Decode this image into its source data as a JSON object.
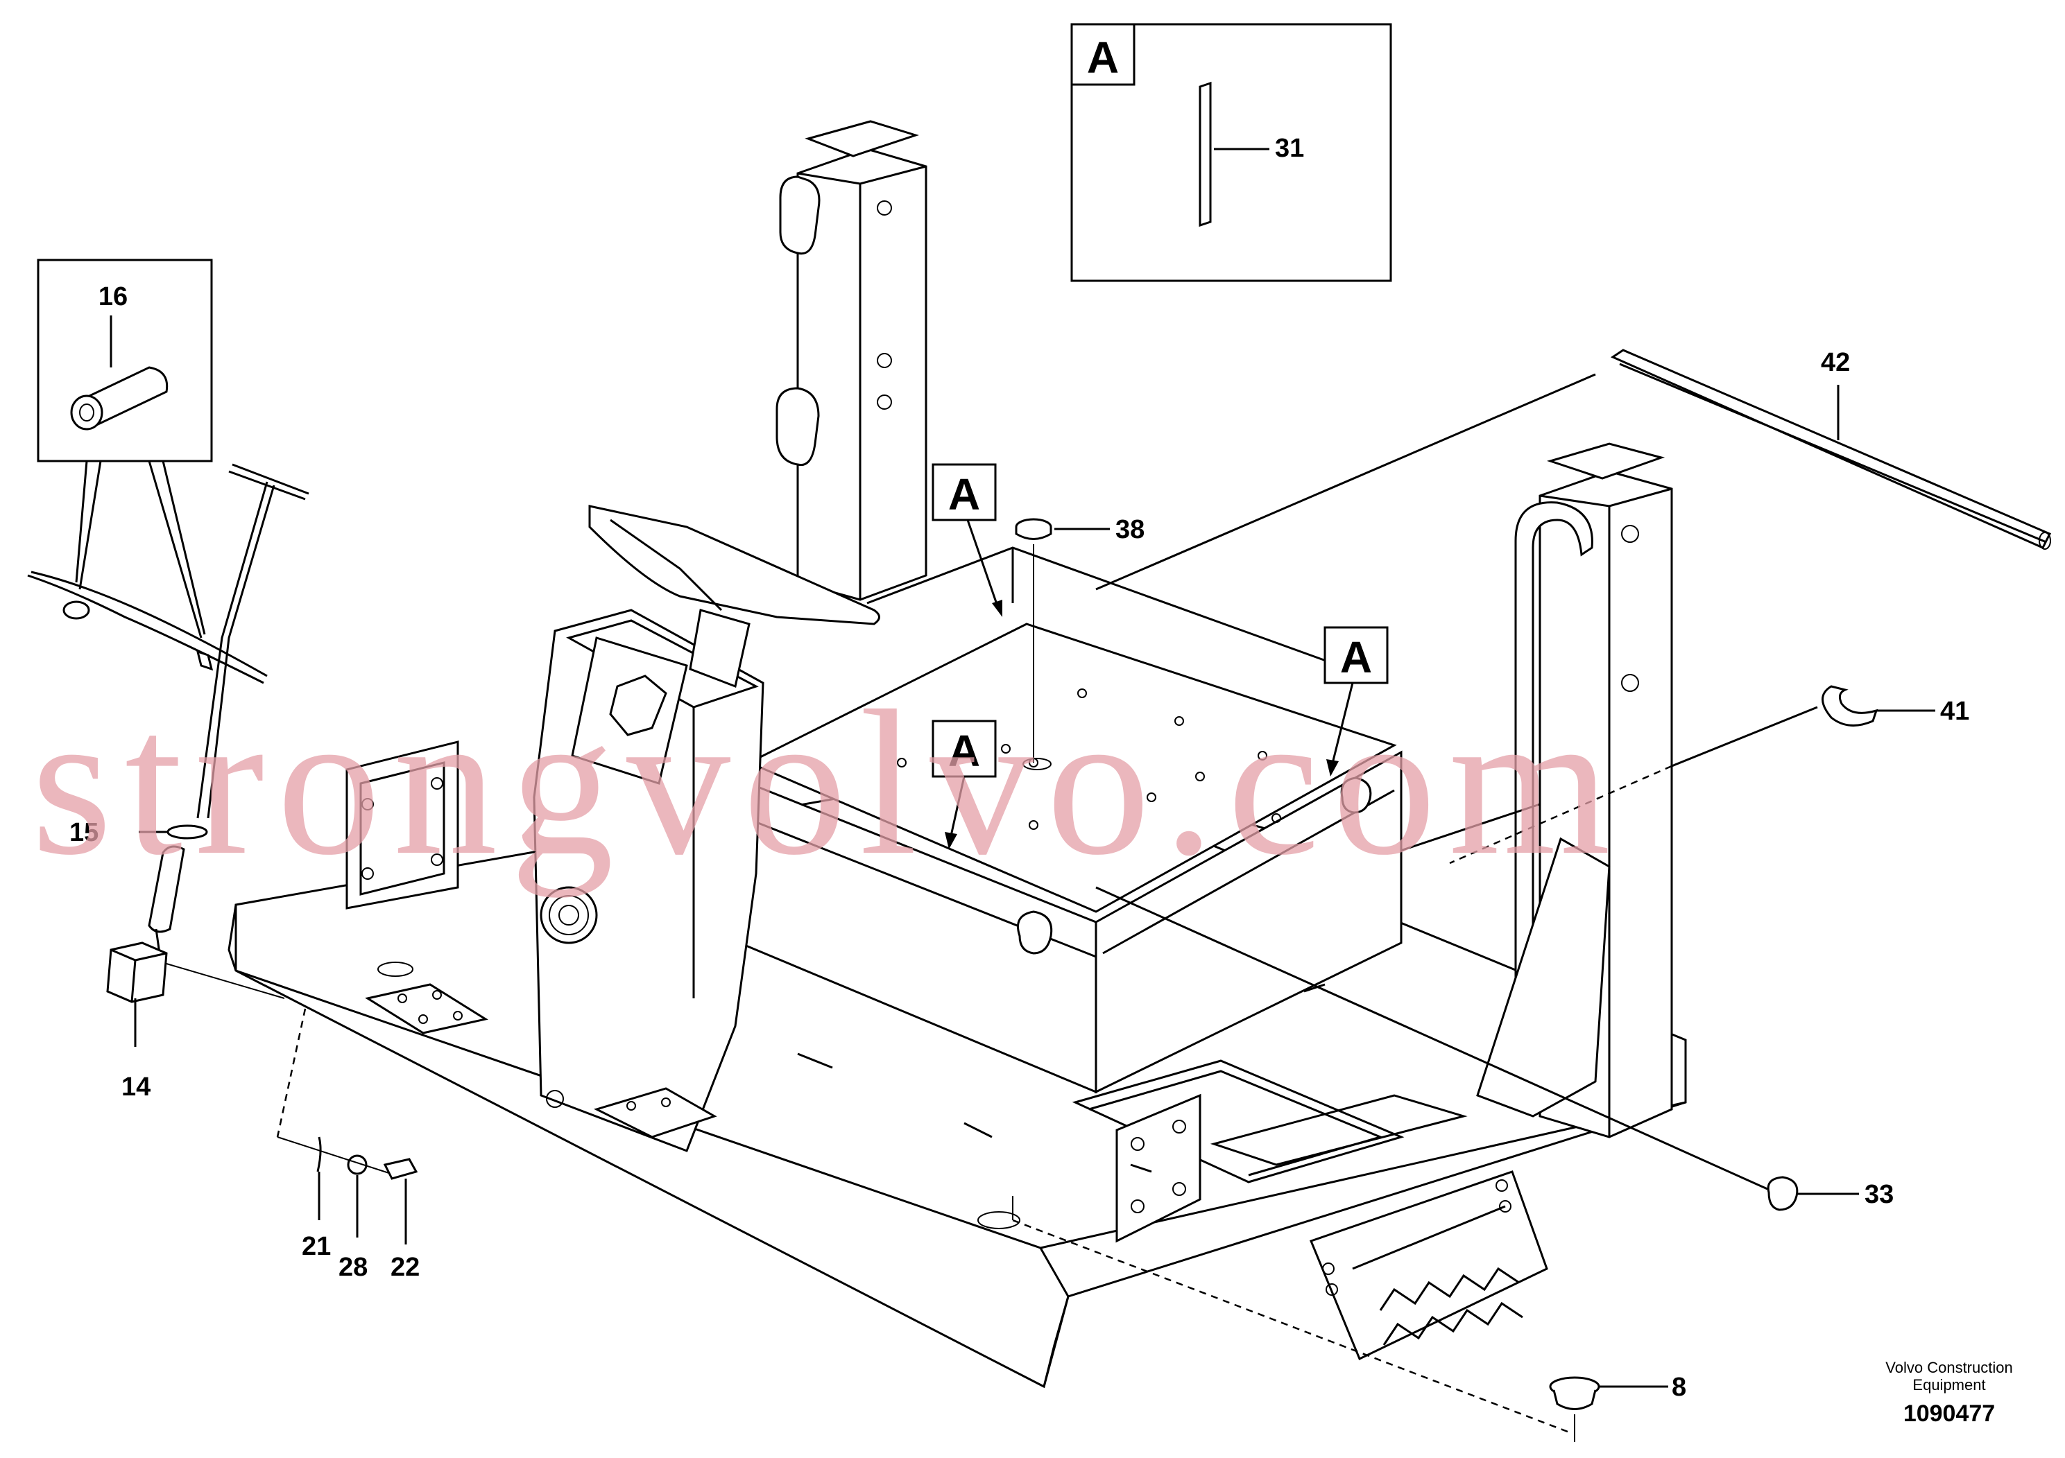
{
  "callouts": {
    "c8": "8",
    "c14": "14",
    "c15": "15",
    "c16": "16",
    "c21": "21",
    "c22": "22",
    "c28": "28",
    "c31": "31",
    "c33": "33",
    "c38": "38",
    "c41": "41",
    "c42": "42"
  },
  "view_marks": {
    "detail_box": "A",
    "mark1": "A",
    "mark2": "A",
    "mark3": "A"
  },
  "watermark": "strongvolvo.com",
  "credit": {
    "line1": "Volvo Construction",
    "line2": "Equipment",
    "code": "1090477"
  }
}
